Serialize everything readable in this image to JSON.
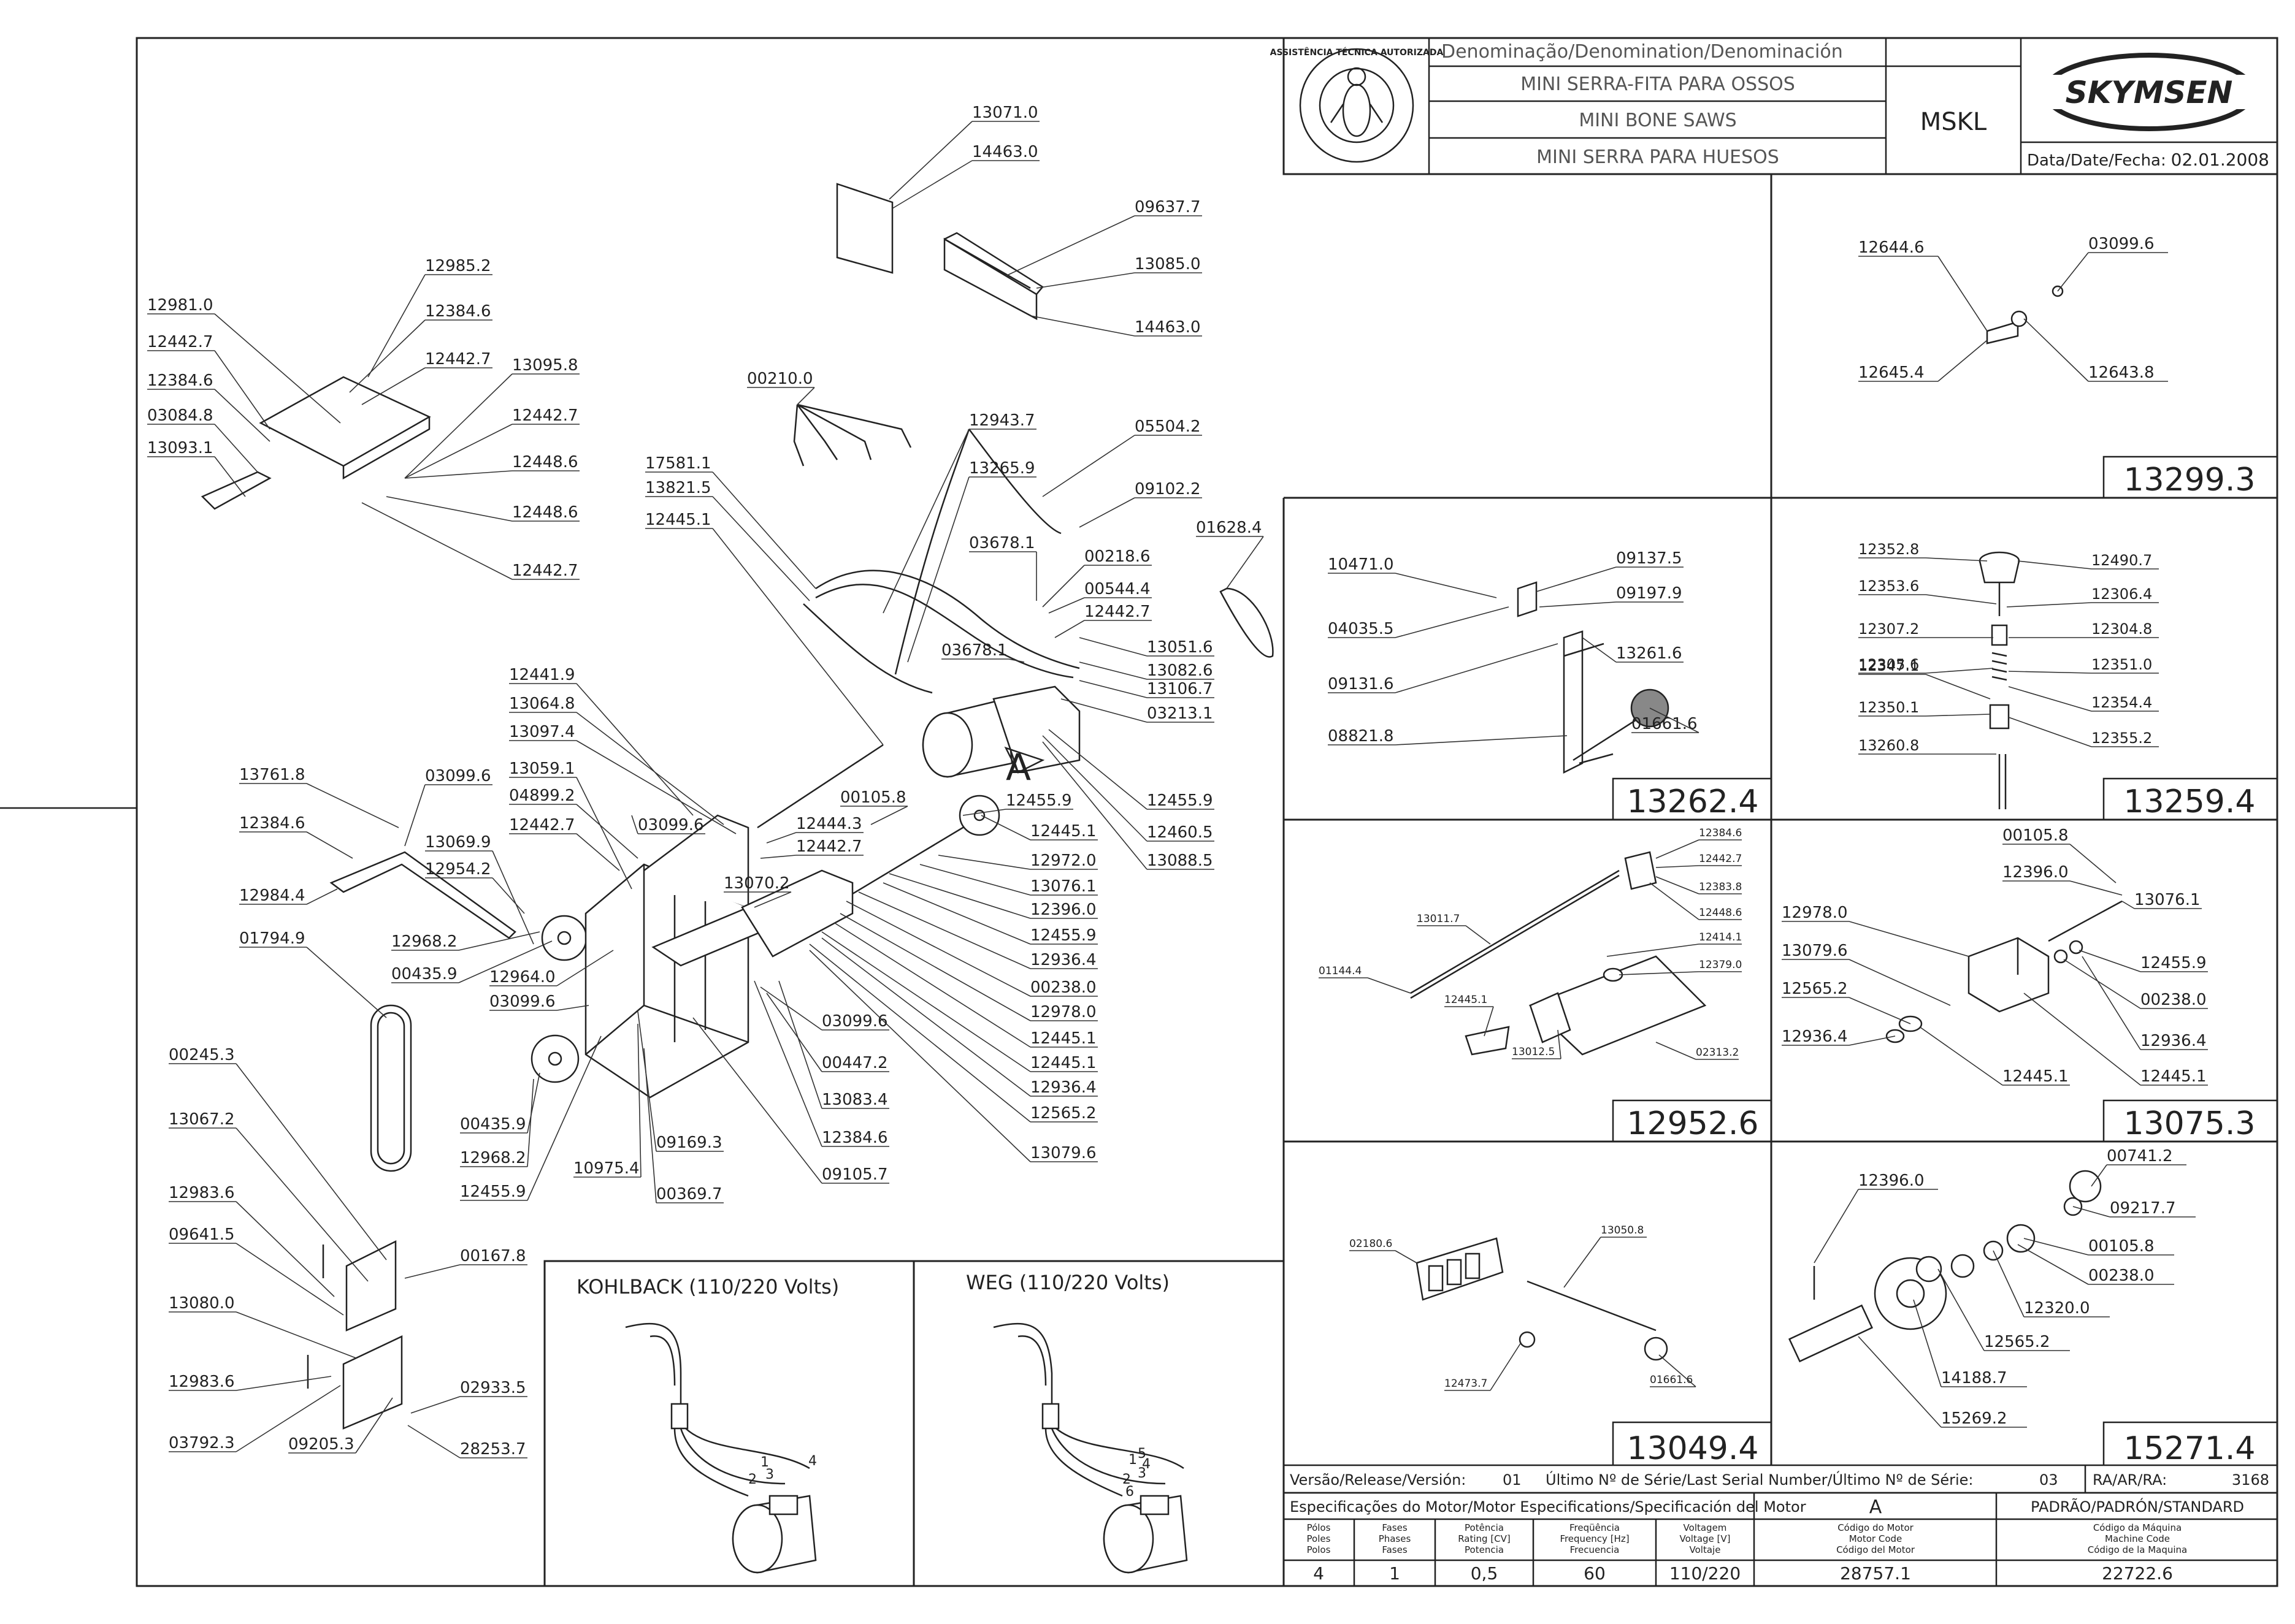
{
  "title_block": {
    "denomination_header": "Denominação/Denomination/Denominación",
    "name_pt": "MINI SERRA-FITA PARA OSSOS",
    "name_en": "MINI BONE SAWS",
    "name_es": "MINI SERRA PARA HUESOS",
    "model": "MSKL",
    "brand": "SKYMSEN",
    "badge_text": "ASSISTÊNCIA TÉCNICA AUTORIZADA",
    "date_label": "Data/Date/Fecha:",
    "date_value": "02.01.2008"
  },
  "main_labels": [
    "13071.0",
    "14463.0",
    "09637.7",
    "13085.0",
    "14463.0",
    "12985.2",
    "12981.0",
    "12384.6",
    "12442.7",
    "12442.7",
    "13095.8",
    "12384.6",
    "12442.7",
    "03084.8",
    "12448.6",
    "13093.1",
    "12448.6",
    "12442.7",
    "00210.0",
    "12943.7",
    "05504.2",
    "17581.1",
    "13821.5",
    "13265.9",
    "12445.1",
    "09102.2",
    "01628.4",
    "03678.1",
    "00218.6",
    "00544.4",
    "12442.7",
    "13051.6",
    "03678.1",
    "13082.6",
    "13106.7",
    "03213.1",
    "12441.9",
    "13064.8",
    "13097.4",
    "13059.1",
    "04899.2",
    "12442.7",
    "12954.2",
    "03099.6",
    "13069.9",
    "13761.8",
    "03099.6",
    "12384.6",
    "12984.4",
    "01794.9",
    "12968.2",
    "00435.9",
    "12964.0",
    "03099.6",
    "00105.8",
    "12444.3",
    "12442.7",
    "13070.2",
    "12455.9",
    "12445.1",
    "12972.0",
    "13076.1",
    "12396.0",
    "12455.9",
    "12936.4",
    "00238.0",
    "12978.0",
    "12445.1",
    "12445.1",
    "12936.4",
    "12565.2",
    "13079.6",
    "12455.9",
    "12460.5",
    "13088.5",
    "03099.6",
    "00447.2",
    "13083.4",
    "12384.6",
    "09105.7",
    "00435.9",
    "12968.2",
    "12455.9",
    "10975.4",
    "09169.3",
    "00369.7",
    "00245.3",
    "13067.2",
    "12983.6",
    "09641.5",
    "13080.0",
    "12983.6",
    "03792.3",
    "09205.3",
    "00167.8",
    "02933.5",
    "28253.7"
  ],
  "assemblies": {
    "a13299": {
      "code": "13299.3",
      "labels": [
        "12644.6",
        "03099.6",
        "12645.4",
        "12643.8"
      ]
    },
    "a13262": {
      "code": "13262.4",
      "labels": [
        "10471.0",
        "09137.5",
        "09197.9",
        "04035.5",
        "13261.6",
        "09131.6",
        "08821.8",
        "01661.6"
      ]
    },
    "a13259": {
      "code": "13259.4",
      "labels": [
        "12352.8",
        "12490.7",
        "12353.6",
        "12306.4",
        "12307.2",
        "12304.8",
        "12305.6",
        "12351.0",
        "12347.1",
        "12354.4",
        "12350.1",
        "12355.2",
        "13260.8"
      ]
    },
    "a12952": {
      "code": "12952.6",
      "labels": [
        "12384.6",
        "12442.7",
        "12383.8",
        "13011.7",
        "12448.6",
        "12414.1",
        "12379.0",
        "01144.4",
        "12445.1",
        "13012.5",
        "02313.2"
      ]
    },
    "a13075": {
      "code": "13075.3",
      "labels": [
        "00105.8",
        "12396.0",
        "13076.1",
        "12978.0",
        "13079.6",
        "12455.9",
        "12565.2",
        "00238.0",
        "12936.4",
        "12936.4",
        "12445.1",
        "12445.1"
      ]
    },
    "a13049": {
      "code": "13049.4",
      "labels": [
        "02180.6",
        "13050.8",
        "12473.7",
        "01661.6"
      ]
    },
    "a15271": {
      "code": "15271.4",
      "labels": [
        "12396.0",
        "00741.2",
        "09217.7",
        "00105.8",
        "00238.0",
        "12320.0",
        "12565.2",
        "14188.7",
        "15269.2"
      ]
    }
  },
  "wiring": {
    "kohlback": "KOHLBACK (110/220 Volts)",
    "weg": "WEG (110/220 Volts)",
    "k_nums": [
      "1",
      "2",
      "3",
      "4"
    ],
    "w_nums": [
      "1",
      "2",
      "3",
      "4",
      "5",
      "6"
    ]
  },
  "detail_A": "A",
  "revision": {
    "version_label": "Versão/Release/Versión:",
    "version_value": "01",
    "serial_label": "Último Nº de Série/Last Serial Number/Último Nº de Série:",
    "serial_value": "03",
    "ra_label": "RA/AR/RA:",
    "ra_value": "3168"
  },
  "motor_specs": {
    "header": "Especificações do Motor/Motor Especifications/Specificación del Motor",
    "col_a": "A",
    "standard": "PADRÃO/PADRÓN/STANDARD",
    "cols": [
      [
        "Pólos",
        "Poles",
        "Polos"
      ],
      [
        "Fases",
        "Phases",
        "Fases"
      ],
      [
        "Potência",
        "Rating [CV]",
        "Potencia"
      ],
      [
        "Freqüência",
        "Frequency [Hz]",
        "Frecuencia"
      ],
      [
        "Voltagem",
        "Voltage [V]",
        "Voltaje"
      ],
      [
        "Código do Motor",
        "Motor Code",
        "Código del Motor"
      ],
      [
        "Código da Máquina",
        "Machine Code",
        "Código de la Maquina"
      ]
    ],
    "values": [
      "4",
      "1",
      "0,5",
      "60",
      "110/220",
      "28757.1",
      "22722.6"
    ]
  }
}
